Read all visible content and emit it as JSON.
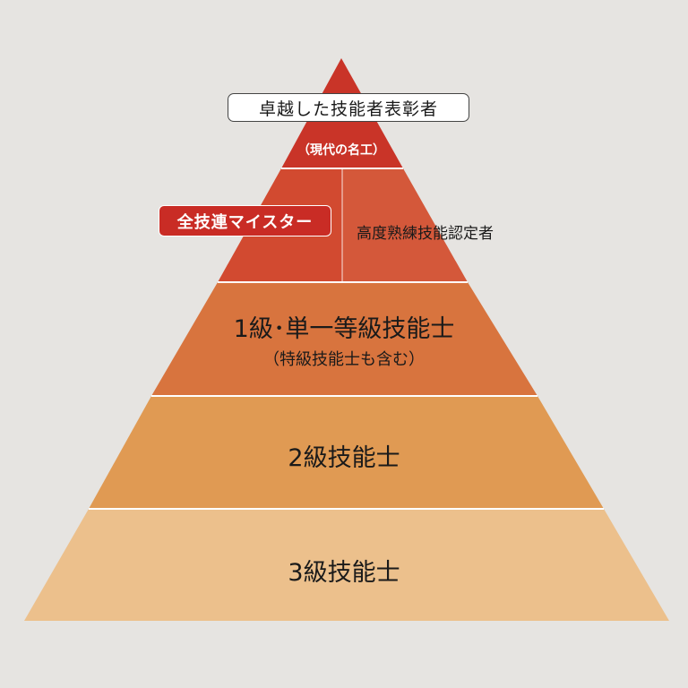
{
  "tiers": [
    {
      "id": "top",
      "color": "#c93428",
      "badge": "卓越した技能者表彰者",
      "sublabel": "（現代の名工）"
    },
    {
      "id": "second",
      "left_color": "#d24a30",
      "right_color": "#d4583a",
      "badge": "全技連マイスター",
      "label": "高度熟練技能認定者"
    },
    {
      "id": "third",
      "color": "#d8743e",
      "label": "1級･単一等級技能士",
      "sublabel": "（特級技能士も含む）"
    },
    {
      "id": "fourth",
      "color": "#e09a53",
      "label": "2級技能士"
    },
    {
      "id": "fifth",
      "color": "#ecc08c",
      "label": "3級技能士"
    }
  ]
}
